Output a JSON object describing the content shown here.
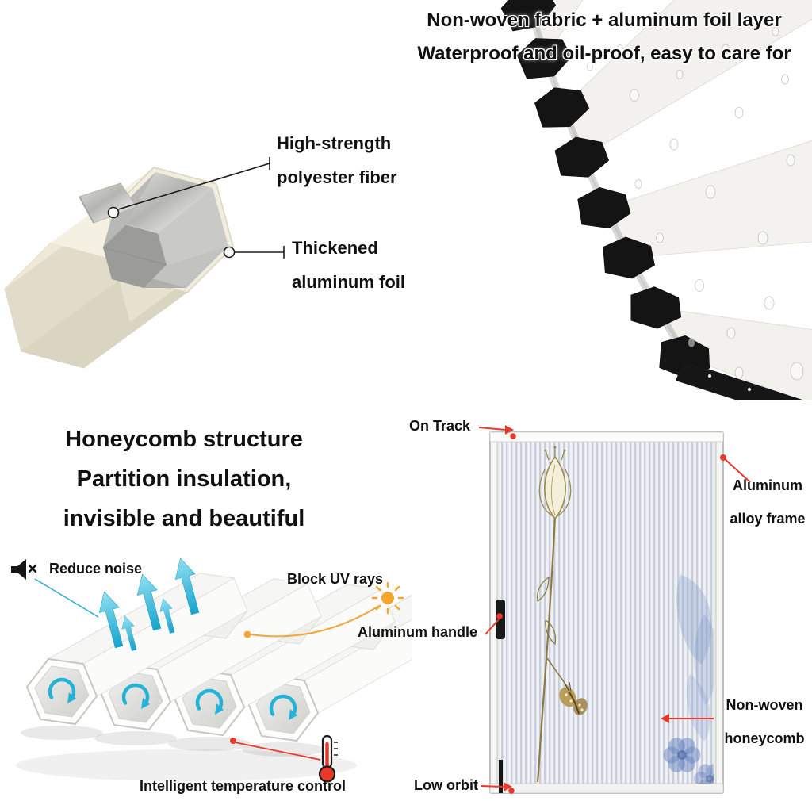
{
  "top_left": {
    "callout_polyester": [
      "High-strength",
      "polyester fiber"
    ],
    "callout_foil": [
      "Thickened",
      "aluminum foil"
    ]
  },
  "top_right": {
    "heading": [
      "Non-woven fabric + aluminum foil layer",
      "Waterproof and oil-proof, easy to care for"
    ]
  },
  "bottom_left": {
    "heading": [
      "Honeycomb structure",
      "Partition insulation,",
      "invisible and beautiful"
    ],
    "label_reduce_noise": "Reduce noise",
    "label_block_uv": "Block UV rays",
    "label_temperature": "Intelligent temperature control"
  },
  "bottom_right": {
    "label_on_track": "On Track",
    "label_frame": [
      "Aluminum",
      "alloy frame"
    ],
    "label_handle": "Aluminum handle",
    "label_honeycomb": [
      "Non-woven",
      "honeycomb"
    ],
    "label_low_orbit": "Low orbit"
  },
  "icons": {
    "noise": "speaker-mute-icon",
    "uv": "sun-icon",
    "temperature": "thermometer-icon"
  },
  "colors": {
    "callout_red": "#e8392a",
    "arrow_cyan": "#25b2d8",
    "accent_orange": "#f5a62a",
    "text": "#111111"
  }
}
